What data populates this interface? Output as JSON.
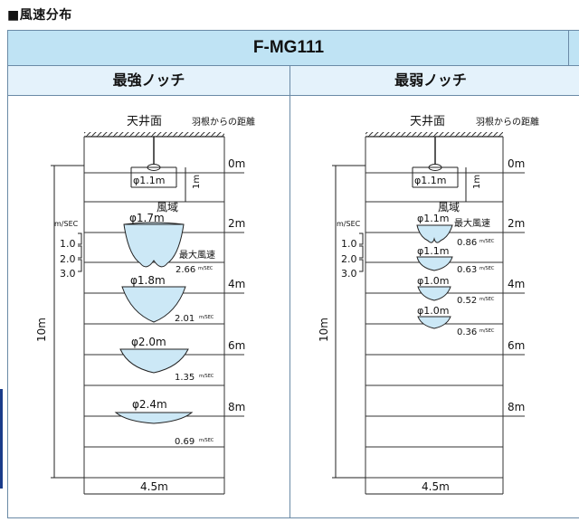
{
  "section_title": "■風速分布",
  "model": "F-MG111",
  "columns": [
    {
      "mode": "最強ノッチ",
      "ceiling": "天井面",
      "distance_label": "羽根からの距離",
      "fan_diameter": "φ1.1m",
      "drop": "1m",
      "area_label": "風域",
      "max_speed_label": "最大風速",
      "total_height": "10m",
      "width": "4.5m",
      "speed_legend_title": "m/SEC",
      "speed_legend": [
        "1.0",
        "2.0",
        "3.0"
      ],
      "depth_marks": [
        "0m",
        "2m",
        "4m",
        "6m",
        "8m"
      ],
      "zones": [
        {
          "diameter": "φ1.7m",
          "speed": "2.66",
          "unit": "m/SEC"
        },
        {
          "diameter": "φ1.8m",
          "speed": "2.01",
          "unit": "m/SEC"
        },
        {
          "diameter": "φ2.0m",
          "speed": "1.35",
          "unit": "m/SEC"
        },
        {
          "diameter": "φ2.4m",
          "speed": "0.69",
          "unit": "m/SEC"
        }
      ]
    },
    {
      "mode": "最弱ノッチ",
      "ceiling": "天井面",
      "distance_label": "羽根からの距離",
      "fan_diameter": "φ1.1m",
      "drop": "1m",
      "area_label": "風域",
      "max_speed_label": "最大風速",
      "total_height": "10m",
      "width": "4.5m",
      "speed_legend_title": "m/SEC",
      "speed_legend": [
        "1.0",
        "2.0",
        "3.0"
      ],
      "depth_marks": [
        "0m",
        "2m",
        "4m",
        "6m",
        "8m"
      ],
      "zones": [
        {
          "diameter": "φ1.1m",
          "speed": "0.86",
          "unit": "m/SEC"
        },
        {
          "diameter": "φ1.1m",
          "speed": "0.63",
          "unit": "m/SEC"
        },
        {
          "diameter": "φ1.0m",
          "speed": "0.52",
          "unit": "m/SEC"
        },
        {
          "diameter": "φ1.0m",
          "speed": "0.36",
          "unit": "m/SEC"
        }
      ]
    }
  ]
}
